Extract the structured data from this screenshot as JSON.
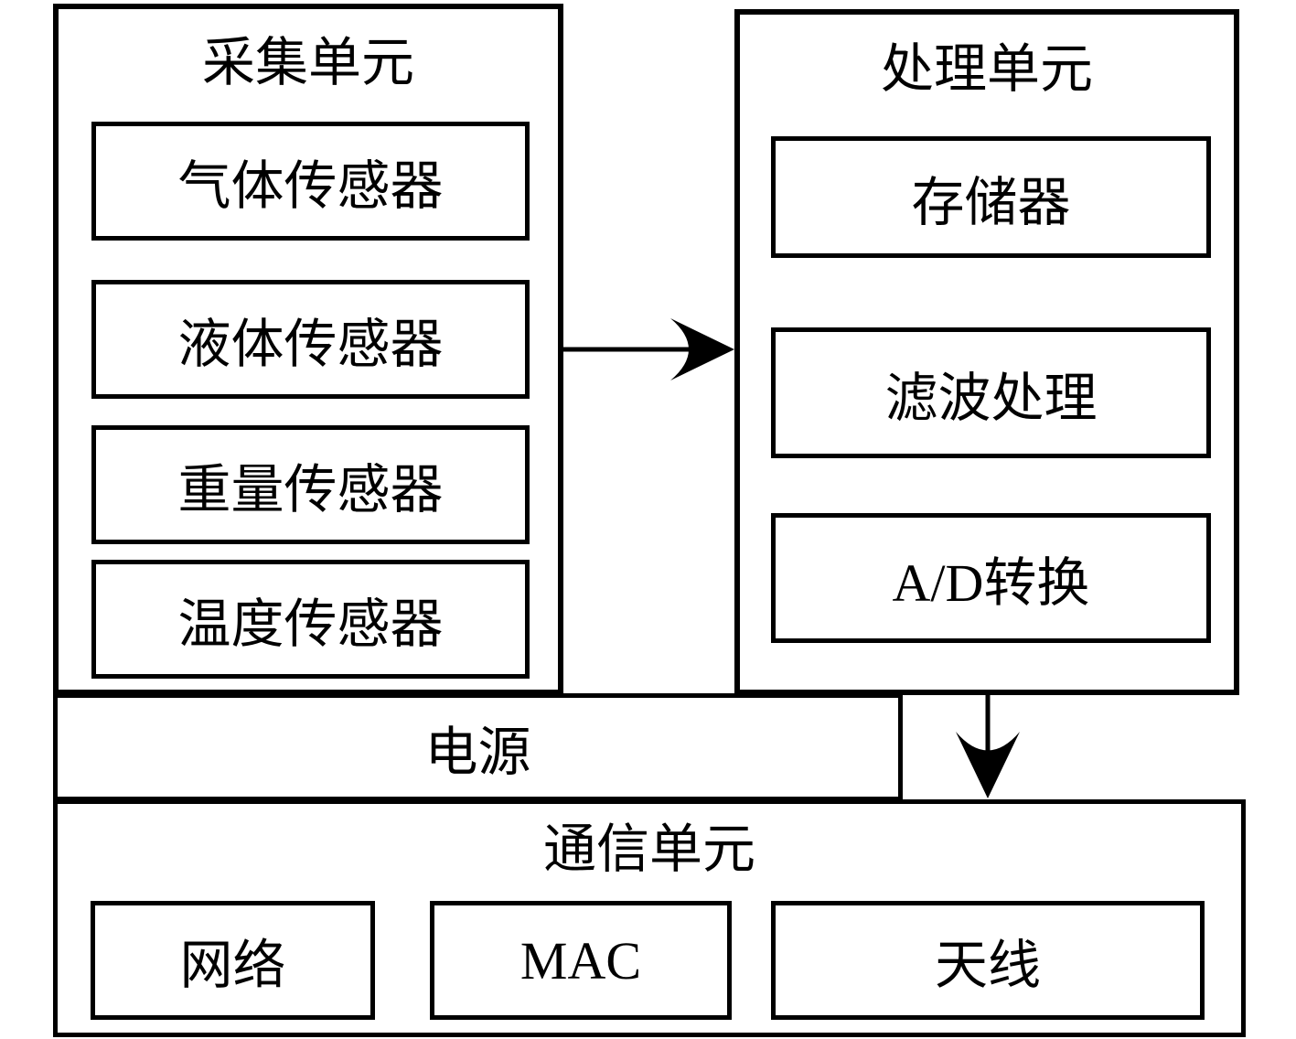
{
  "colors": {
    "line": "#000000",
    "background": "#ffffff"
  },
  "units": {
    "collection": {
      "title": "采集单元",
      "items": [
        {
          "label": "气体传感器"
        },
        {
          "label": "液体传感器"
        },
        {
          "label": "重量传感器"
        },
        {
          "label": "温度传感器"
        }
      ]
    },
    "processing": {
      "title": "处理单元",
      "items": [
        {
          "label": "存储器"
        },
        {
          "label": "滤波处理"
        },
        {
          "label": "A/D转换"
        }
      ]
    },
    "power": {
      "title": "电源"
    },
    "communication": {
      "title": "通信单元",
      "items": [
        {
          "label": "网络"
        },
        {
          "label": "MAC"
        },
        {
          "label": "天线"
        }
      ]
    }
  },
  "connections": [
    {
      "from": "采集单元",
      "to": "处理单元",
      "direction": "right"
    },
    {
      "from": "处理单元",
      "to": "通信单元",
      "direction": "down"
    }
  ]
}
